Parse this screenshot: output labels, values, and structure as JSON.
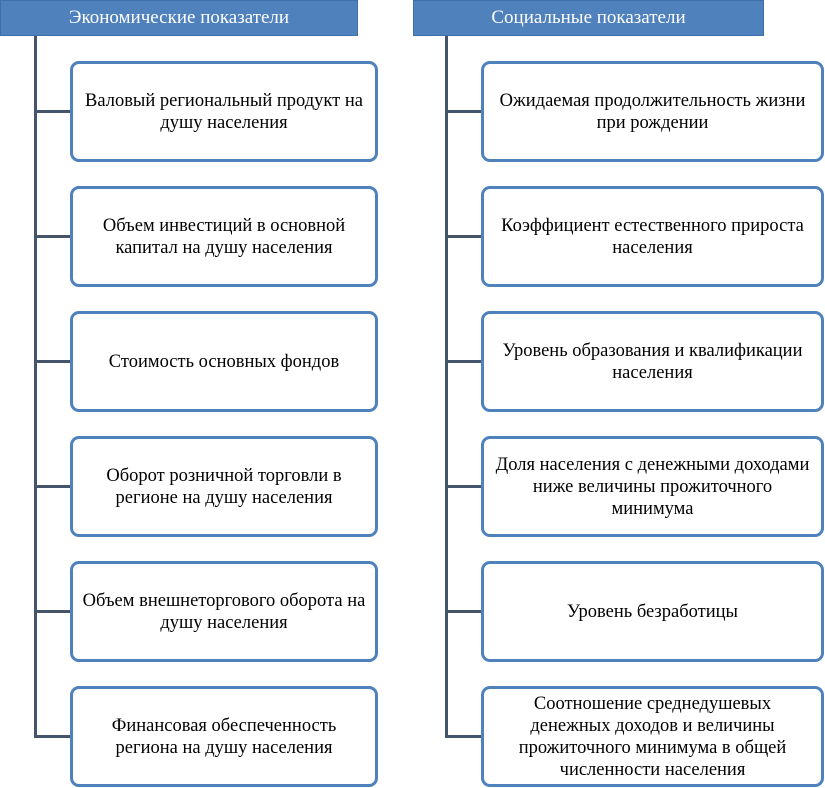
{
  "economic": {
    "title": "Экономические показатели",
    "items": [
      "Валовый региональный продукт на душу населения",
      "Объем инвестиций в основной капитал на душу населения",
      "Стоимость основных фондов",
      "Оборот розничной торговли в регионе на душу населения",
      "Объем внешнеторгового оборота на душу населения",
      "Финансовая обеспеченность региона на душу населения"
    ]
  },
  "social": {
    "title": "Социальные показатели",
    "items": [
      "Ожидаемая продолжительность жизни при рождении",
      "Коэффициент естественного прироста населения",
      "Уровень образования и квалификации населения",
      "Доля населения с денежными доходами ниже величины прожиточного минимума",
      "Уровень безработицы",
      "Соотношение среднедушевых денежных доходов и величины прожиточного минимума в общей численности населения"
    ]
  },
  "colors": {
    "header_fill": "#4f81bd",
    "box_border": "#4f81bd",
    "connector": "#44546a"
  }
}
